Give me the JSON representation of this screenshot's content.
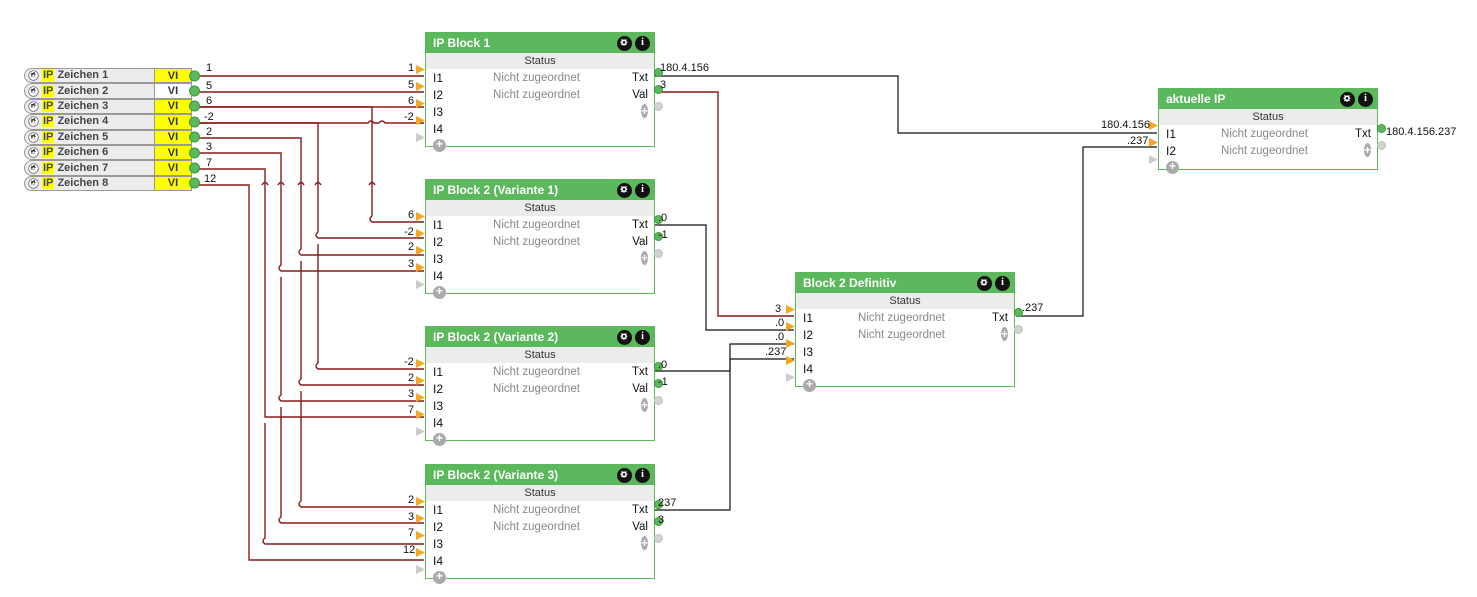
{
  "sources": {
    "vi_label": "VI",
    "items": [
      {
        "label_prefix": "IP",
        "label": " Zeichen 1",
        "vi": "VI",
        "vi_plain": false,
        "value": "1"
      },
      {
        "label_prefix": "IP",
        "label": " Zeichen 2",
        "vi": "VI",
        "vi_plain": true,
        "value": "5"
      },
      {
        "label_prefix": "IP",
        "label": " Zeichen 3",
        "vi": "VI",
        "vi_plain": false,
        "value": "6"
      },
      {
        "label_prefix": "IP",
        "label": " Zeichen 4",
        "vi": "VI",
        "vi_plain": false,
        "value": "-2"
      },
      {
        "label_prefix": "IP",
        "label": " Zeichen 5",
        "vi": "VI",
        "vi_plain": false,
        "value": "2"
      },
      {
        "label_prefix": "IP",
        "label": " Zeichen 6",
        "vi": "VI",
        "vi_plain": false,
        "value": "3"
      },
      {
        "label_prefix": "IP",
        "label": " Zeichen 7",
        "vi": "VI",
        "vi_plain": false,
        "value": "7"
      },
      {
        "label_prefix": "IP",
        "label": " Zeichen 8",
        "vi": "VI",
        "vi_plain": false,
        "value": "12"
      }
    ]
  },
  "common": {
    "status": "Status",
    "unassigned": "Nicht zugeordnet",
    "pin_in": [
      "I1",
      "I2",
      "I3",
      "I4"
    ],
    "out_txt": "Txt",
    "out_val": "Val"
  },
  "blocks": {
    "ip_block_1": {
      "title": "IP Block 1",
      "status": "Status",
      "inputs": [
        {
          "pin": "I1",
          "value": "1",
          "status": "Nicht zugeordnet"
        },
        {
          "pin": "I2",
          "value": "5",
          "status": "Nicht zugeordnet"
        },
        {
          "pin": "I3",
          "value": "6",
          "status": ""
        },
        {
          "pin": "I4",
          "value": "-2",
          "status": ""
        }
      ],
      "outputs": [
        {
          "label": "Txt",
          "value": "180.4.156"
        },
        {
          "label": "Val",
          "value": "3"
        }
      ]
    },
    "ip_block_2_v1": {
      "title": "IP Block 2 (Variante 1)",
      "status": "Status",
      "inputs": [
        {
          "pin": "I1",
          "value": "6",
          "status": "Nicht zugeordnet"
        },
        {
          "pin": "I2",
          "value": "-2",
          "status": "Nicht zugeordnet"
        },
        {
          "pin": "I3",
          "value": "2",
          "status": ""
        },
        {
          "pin": "I4",
          "value": "3",
          "status": ""
        }
      ],
      "outputs": [
        {
          "label": "Txt",
          "value": ".0"
        },
        {
          "label": "Val",
          "value": "-1"
        }
      ]
    },
    "ip_block_2_v2": {
      "title": "IP Block 2 (Variante 2)",
      "status": "Status",
      "inputs": [
        {
          "pin": "I1",
          "value": "-2",
          "status": "Nicht zugeordnet"
        },
        {
          "pin": "I2",
          "value": "2",
          "status": "Nicht zugeordnet"
        },
        {
          "pin": "I3",
          "value": "3",
          "status": ""
        },
        {
          "pin": "I4",
          "value": "7",
          "status": ""
        }
      ],
      "outputs": [
        {
          "label": "Txt",
          "value": ".0"
        },
        {
          "label": "Val",
          "value": "-1"
        }
      ]
    },
    "ip_block_2_v3": {
      "title": "IP Block 2 (Variante 3)",
      "status": "Status",
      "inputs": [
        {
          "pin": "I1",
          "value": "2",
          "status": "Nicht zugeordnet"
        },
        {
          "pin": "I2",
          "value": "3",
          "status": "Nicht zugeordnet"
        },
        {
          "pin": "I3",
          "value": "7",
          "status": ""
        },
        {
          "pin": "I4",
          "value": "12",
          "status": ""
        }
      ],
      "outputs": [
        {
          "label": "Txt",
          "value": "237"
        },
        {
          "label": "Val",
          "value": "3"
        }
      ]
    },
    "block_2_definitiv": {
      "title": "Block 2 Definitiv",
      "status": "Status",
      "inputs": [
        {
          "pin": "I1",
          "value": "3",
          "status": "Nicht zugeordnet"
        },
        {
          "pin": "I2",
          "value": ".0",
          "status": "Nicht zugeordnet"
        },
        {
          "pin": "I3",
          "value": ".0",
          "status": ""
        },
        {
          "pin": "I4",
          "value": ".237",
          "status": ""
        }
      ],
      "outputs": [
        {
          "label": "Txt",
          "value": ".237"
        }
      ]
    },
    "aktuelle_ip": {
      "title": "aktuelle IP",
      "status": "Status",
      "inputs": [
        {
          "pin": "I1",
          "value": "180.4.156",
          "status": "Nicht zugeordnet"
        },
        {
          "pin": "I2",
          "value": ".237",
          "status": "Nicht zugeordnet"
        }
      ],
      "outputs": [
        {
          "label": "Txt",
          "value": "180.4.156.237"
        }
      ]
    }
  },
  "icons": {
    "gear": "gear-icon",
    "info": "info-icon",
    "plus": "plus-icon"
  },
  "colors": {
    "header_green": "#5cb85c",
    "port_green": "#5cb85c",
    "port_orange": "#f5a623",
    "wire_dark_red": "#8b1a1a",
    "wire_black": "#111111",
    "highlight_yellow": "#ffff00",
    "status_grey": "#ececec"
  }
}
